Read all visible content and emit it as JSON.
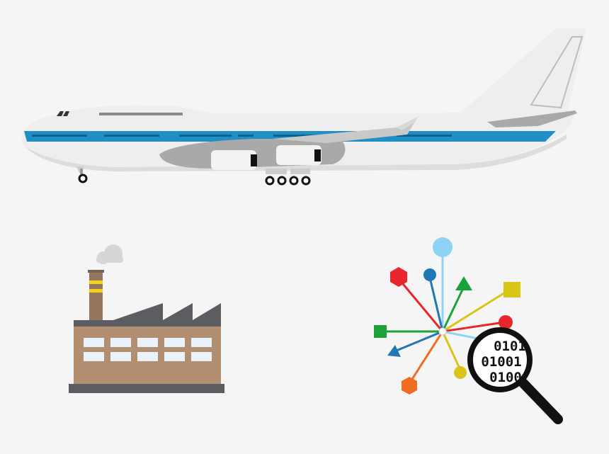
{
  "colors": {
    "background": "#f5f5f5",
    "fuselage": "#eeeeee",
    "cheatline": "#1f8fc6",
    "wing_shadow": "#a9a9a9",
    "engine": "#f2f2f2",
    "factory_wall": "#b38f72",
    "factory_roof": "#5b5d60",
    "chimney_band": "#f2d21a",
    "window": "#eaf3fb"
  },
  "icons": {
    "airplane": "airplane-icon",
    "factory": "factory-icon",
    "network": "network-nodes-icon",
    "magnifier": "magnifying-glass-icon"
  },
  "magnifier": {
    "binary_lines": [
      "0101",
      "01001",
      "0100"
    ]
  },
  "network": {
    "node_colors": [
      "#8ed3f3",
      "#1f77b4",
      "#e8262b",
      "#1ba33a",
      "#d8c518",
      "#f16c1f"
    ]
  }
}
